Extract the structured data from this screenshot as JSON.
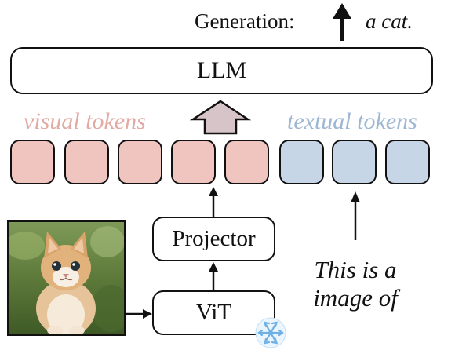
{
  "generation": {
    "label": "Generation:",
    "output": "a cat."
  },
  "llm": {
    "label": "LLM"
  },
  "tokens": {
    "visual_caption": "visual tokens",
    "textual_caption": "textual tokens",
    "visual_count": 5,
    "textual_count": 3
  },
  "projector": {
    "label": "Projector"
  },
  "vit": {
    "label": "ViT"
  },
  "prompt": {
    "line1": "This is a",
    "line2": "image of"
  },
  "colors": {
    "visual_token": "#f0c5bf",
    "textual_token": "#c7d6e6",
    "visual_caption": "#e3a9a3",
    "textual_caption": "#9db7d3",
    "projector_arrow": "#d7c4c8"
  },
  "icons": [
    "up-arrow-icon",
    "snowflake-icon",
    "cat-image"
  ]
}
